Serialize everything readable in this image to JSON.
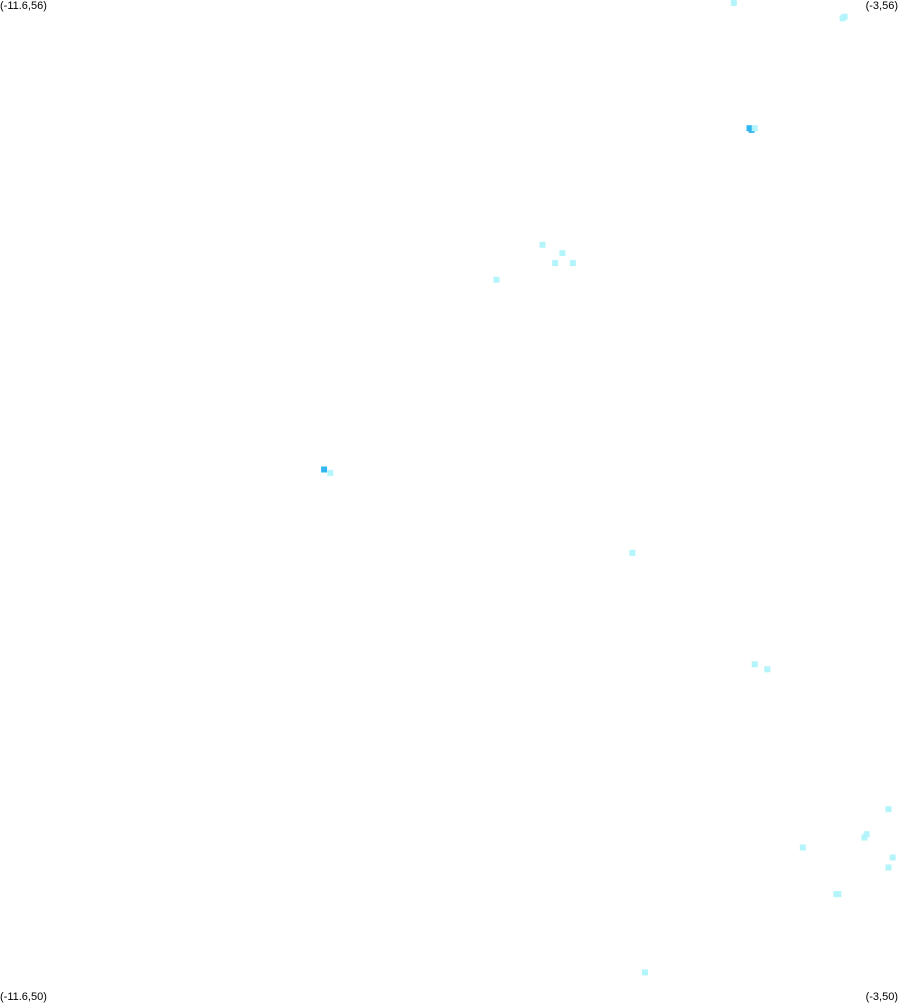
{
  "corners": {
    "top_left": "(-11.6,56)",
    "top_right": "(-3,56)",
    "bottom_left": "(-11.6,50)",
    "bottom_right": "(-3,50)"
  },
  "extent": {
    "lon_min": -11.6,
    "lon_max": -3,
    "lat_min": 50,
    "lat_max": 56
  },
  "colors": {
    "background": "#ffffff",
    "low_density": "#b3f5fb",
    "high_density": "#33b5f2"
  },
  "chart_data": {
    "type": "scatter",
    "x_range": [
      -11.6,
      -3
    ],
    "y_range": [
      50,
      56
    ],
    "grid": false,
    "points": [
      {
        "lon": -4.58,
        "lat": 56.0,
        "level": "low"
      },
      {
        "lon": -3.54,
        "lat": 55.89,
        "level": "low"
      },
      {
        "lon": -3.52,
        "lat": 55.9,
        "level": "low"
      },
      {
        "lon": -4.43,
        "lat": 55.23,
        "level": "high"
      },
      {
        "lon": -4.41,
        "lat": 55.22,
        "level": "high"
      },
      {
        "lon": -4.38,
        "lat": 55.23,
        "level": "low"
      },
      {
        "lon": -6.41,
        "lat": 54.53,
        "level": "low"
      },
      {
        "lon": -6.22,
        "lat": 54.48,
        "level": "low"
      },
      {
        "lon": -6.29,
        "lat": 54.42,
        "level": "low"
      },
      {
        "lon": -6.12,
        "lat": 54.42,
        "level": "low"
      },
      {
        "lon": -6.85,
        "lat": 54.32,
        "level": "low"
      },
      {
        "lon": -8.5,
        "lat": 53.18,
        "level": "high"
      },
      {
        "lon": -8.44,
        "lat": 53.16,
        "level": "low"
      },
      {
        "lon": -5.55,
        "lat": 52.68,
        "level": "low"
      },
      {
        "lon": -4.38,
        "lat": 52.01,
        "level": "low"
      },
      {
        "lon": -4.26,
        "lat": 51.98,
        "level": "low"
      },
      {
        "lon": -3.1,
        "lat": 51.14,
        "level": "low"
      },
      {
        "lon": -3.31,
        "lat": 50.99,
        "level": "low"
      },
      {
        "lon": -3.33,
        "lat": 50.97,
        "level": "low"
      },
      {
        "lon": -3.92,
        "lat": 50.91,
        "level": "low"
      },
      {
        "lon": -3.06,
        "lat": 50.85,
        "level": "low"
      },
      {
        "lon": -3.1,
        "lat": 50.79,
        "level": "low"
      },
      {
        "lon": -3.6,
        "lat": 50.63,
        "level": "low"
      },
      {
        "lon": -3.58,
        "lat": 50.63,
        "level": "low"
      },
      {
        "lon": -5.43,
        "lat": 50.16,
        "level": "low"
      }
    ]
  }
}
